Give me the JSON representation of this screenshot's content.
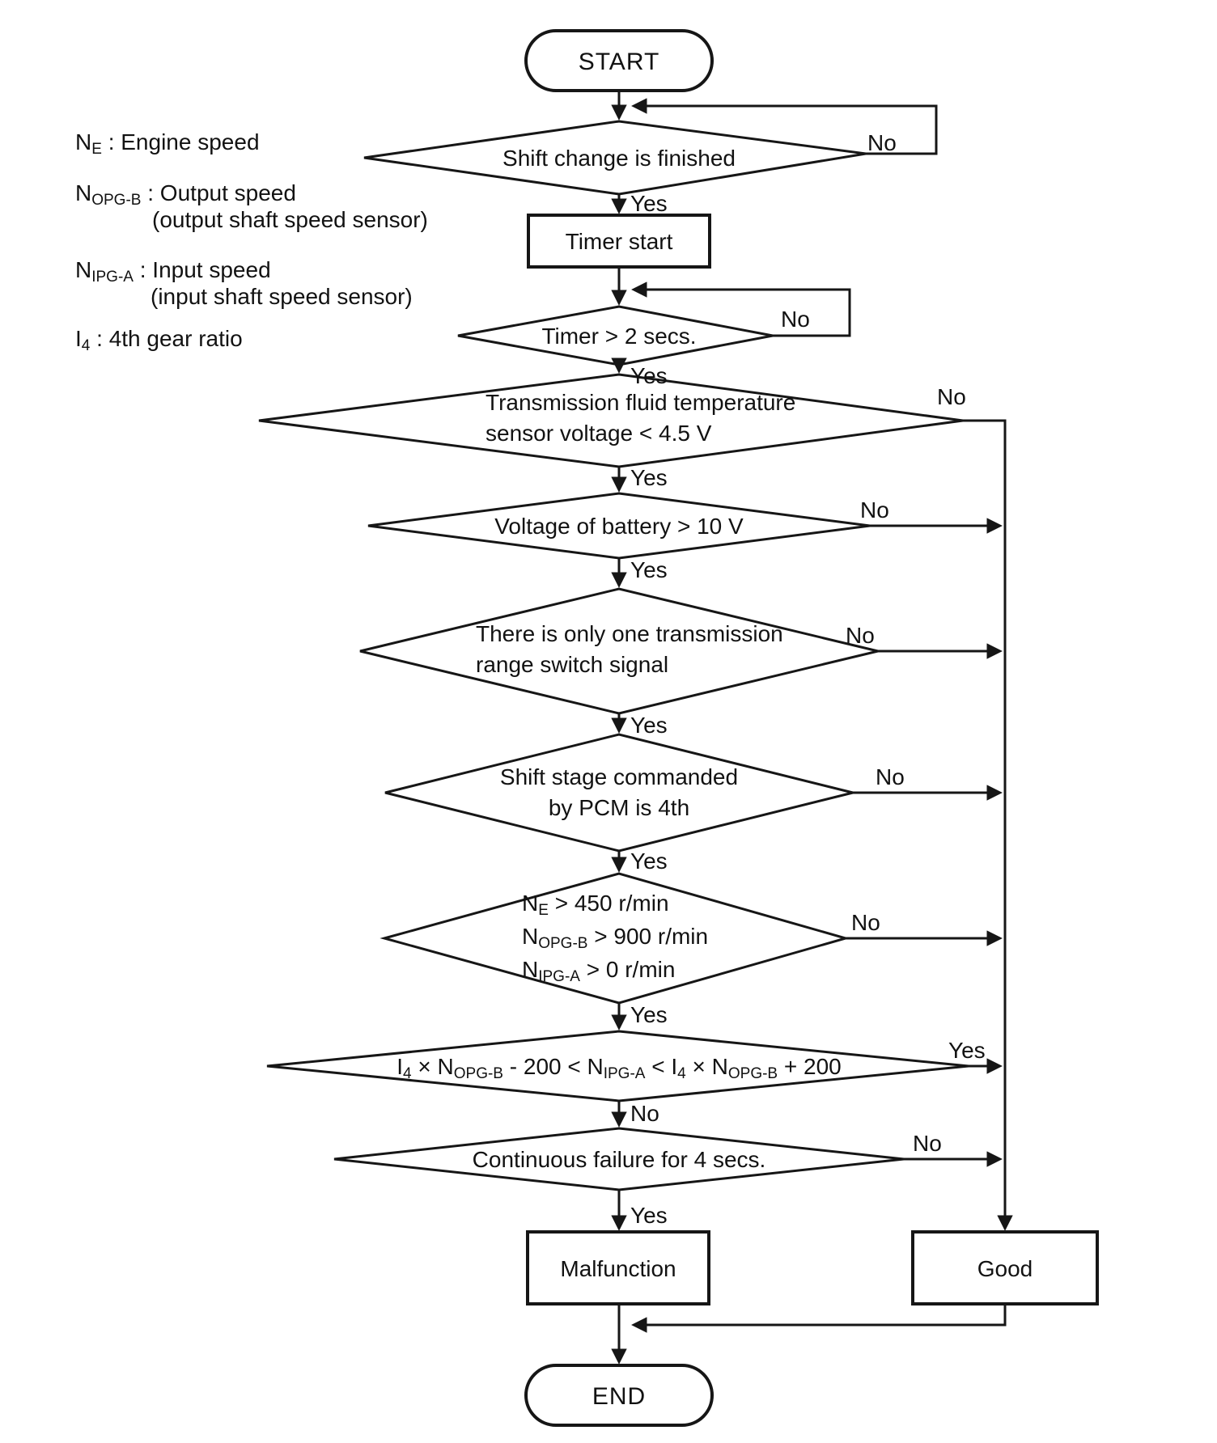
{
  "labels": {
    "yes": "Yes",
    "no": "No"
  },
  "legend": {
    "engine_speed": {
      "term": [
        {
          "t": "N"
        },
        {
          "t": "E",
          "sub": true
        },
        {
          "t": " : Engine speed"
        }
      ]
    },
    "output_speed": {
      "term": [
        {
          "t": "N"
        },
        {
          "t": "OPG-B",
          "sub": true
        },
        {
          "t": " : Output speed"
        }
      ],
      "detail": "(output shaft speed sensor)"
    },
    "input_speed": {
      "term": [
        {
          "t": "N"
        },
        {
          "t": "IPG-A",
          "sub": true
        },
        {
          "t": " : Input speed"
        }
      ],
      "detail": "(input shaft speed sensor)"
    },
    "gear_ratio": {
      "term": [
        {
          "t": "I"
        },
        {
          "t": "4",
          "sub": true
        },
        {
          "t": " : 4th gear ratio"
        }
      ]
    }
  },
  "nodes": {
    "start": "START",
    "shift_change": "Shift change is finished",
    "timer_start": "Timer start",
    "timer_check": "Timer > 2 secs.",
    "fluid_temp_1": "Transmission fluid temperature",
    "fluid_temp_2": "sensor voltage < 4.5 V",
    "battery": "Voltage of battery > 10 V",
    "range_switch_1": "There is only one transmission",
    "range_switch_2": "range switch signal",
    "shift_stage_1": "Shift stage commanded",
    "shift_stage_2": "by PCM is 4th",
    "speeds_1": [
      {
        "t": "N"
      },
      {
        "t": "E",
        "sub": true
      },
      {
        "t": " > 450 r/min"
      }
    ],
    "speeds_2": [
      {
        "t": "N"
      },
      {
        "t": "OPG-B",
        "sub": true
      },
      {
        "t": " > 900 r/min"
      }
    ],
    "speeds_3": [
      {
        "t": "N"
      },
      {
        "t": "IPG-A",
        "sub": true
      },
      {
        "t": " > 0 r/min"
      }
    ],
    "ratio_formula": [
      {
        "t": "I"
      },
      {
        "t": "4",
        "sub": true
      },
      {
        "t": " × N"
      },
      {
        "t": "OPG-B",
        "sub": true
      },
      {
        "t": " - 200 < N"
      },
      {
        "t": "IPG-A",
        "sub": true
      },
      {
        "t": " < I"
      },
      {
        "t": "4",
        "sub": true
      },
      {
        "t": " × N"
      },
      {
        "t": "OPG-B",
        "sub": true
      },
      {
        "t": " + 200"
      }
    ],
    "continuous_failure": "Continuous failure for 4 secs.",
    "malfunction": "Malfunction",
    "good": "Good",
    "end": "END"
  }
}
